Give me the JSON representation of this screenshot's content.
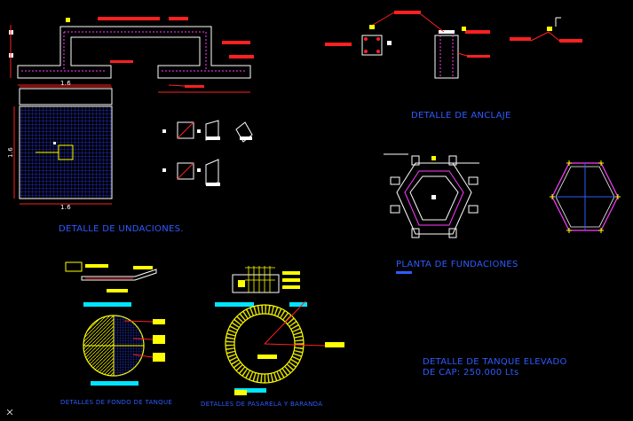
{
  "titles": {
    "undaciones": "DETALLE DE UNDACIONES.",
    "anclaje": "DETALLE DE ANCLAJE",
    "plantas": "PLANTA DE FUNDACIONES",
    "tanque_line1": "DETALLE DE TANQUE ELEVADO",
    "tanque_line2": "DE CAP:  250.000 Lts",
    "fondo": "DETALLES DE FONDO DE TANQUE",
    "pasarela": "DETALLES DE PASARELA Y BARANDA"
  },
  "dims": {
    "width_top": "1.6",
    "width_bottom": "1.6",
    "height_side": "1.6"
  },
  "colors": {
    "background": "#000000",
    "label_blue": "#2f5bff",
    "line_white": "#ffffff",
    "mesh_blue": "#1a2bff",
    "rebar_magenta": "#ff3cff",
    "callout_red": "#ff2020",
    "leader_yellow": "#ffff00",
    "tag_cyan": "#00e5ff"
  },
  "icons": {
    "ucs": "ucs-axis-icon"
  }
}
